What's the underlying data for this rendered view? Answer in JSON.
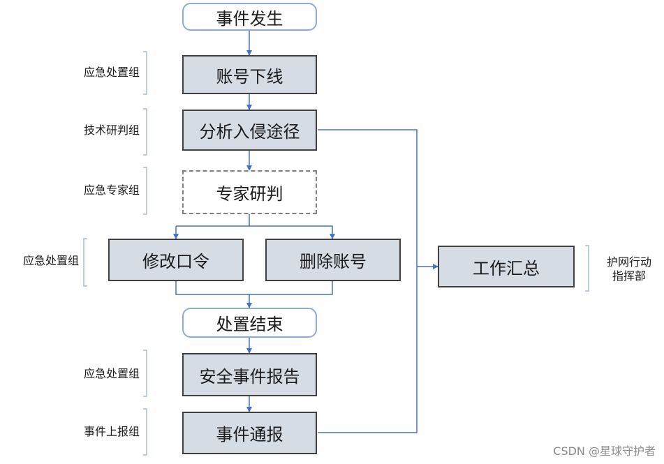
{
  "nodes": {
    "event_occurs": "事件发生",
    "account_offline": "账号下线",
    "analyze_intrusion": "分析入侵途径",
    "expert_review": "专家研判",
    "change_password": "修改口令",
    "delete_account": "删除账号",
    "handling_complete": "处置结束",
    "security_report": "安全事件报告",
    "event_notify": "事件通报",
    "work_summary": "工作汇总"
  },
  "groups": {
    "emergency_handling": "应急处置组",
    "tech_review": "技术研判组",
    "emergency_expert": "应急专家组",
    "event_report": "事件上报组",
    "hw_command_line1": "护网行动",
    "hw_command_line2": "指挥部"
  },
  "watermark": "CSDN @星球守护者",
  "colors": {
    "box_fill": "#d6dce4",
    "terminal_border": "#8eaad8",
    "connector": "#4472c4",
    "bracket": "#a9b9d6"
  }
}
